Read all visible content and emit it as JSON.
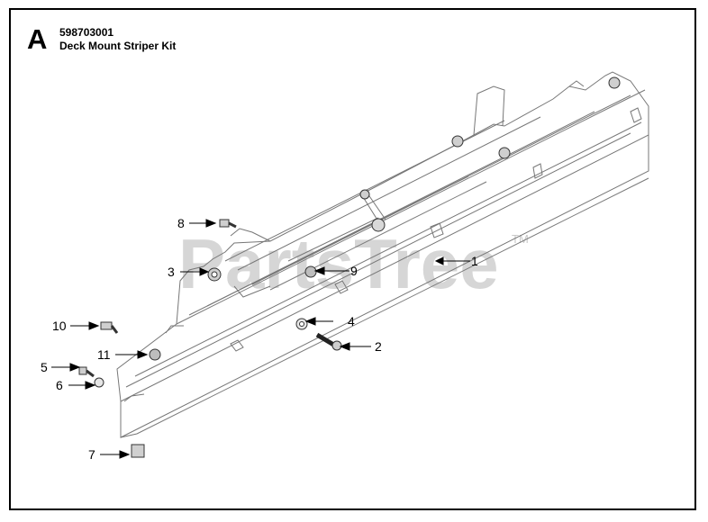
{
  "header": {
    "section_letter": "A",
    "part_number": "598703001",
    "title": "Deck Mount Striper Kit"
  },
  "watermark": {
    "text": "PartsTree",
    "trademark": "TM"
  },
  "callouts": [
    {
      "id": "c1",
      "label": "1"
    },
    {
      "id": "c2",
      "label": "2"
    },
    {
      "id": "c3",
      "label": "3"
    },
    {
      "id": "c4",
      "label": "4"
    },
    {
      "id": "c5",
      "label": "5"
    },
    {
      "id": "c6",
      "label": "6"
    },
    {
      "id": "c7",
      "label": "7"
    },
    {
      "id": "c8",
      "label": "8"
    },
    {
      "id": "c9",
      "label": "9"
    },
    {
      "id": "c10",
      "label": "10"
    },
    {
      "id": "c11",
      "label": "11"
    }
  ]
}
